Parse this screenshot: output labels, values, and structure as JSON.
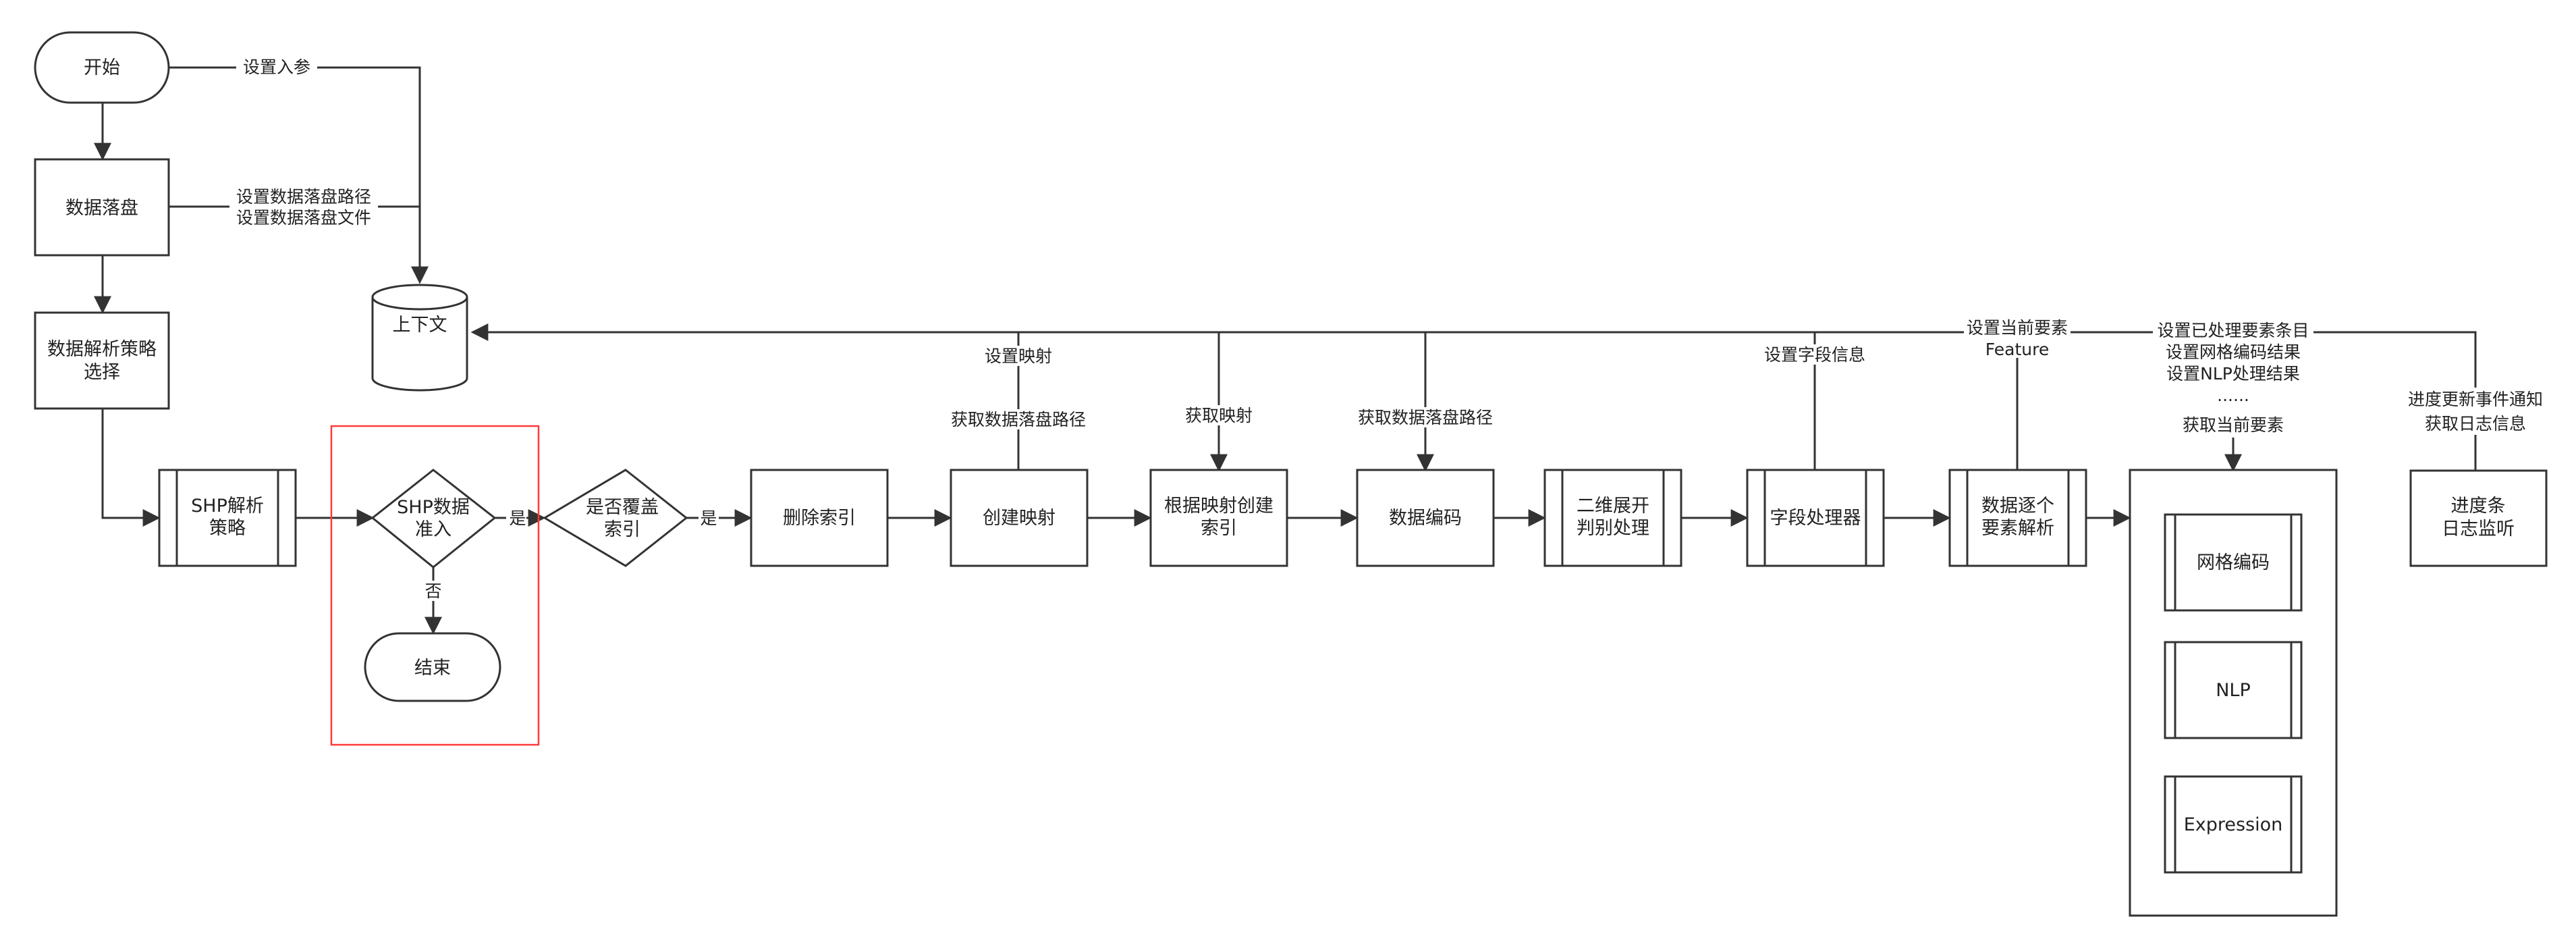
{
  "nodes": {
    "start": "开始",
    "persist": "数据落盘",
    "strategy_select": [
      "数据解析策略",
      "选择"
    ],
    "context": "上下文",
    "shp_strategy": [
      "SHP解析",
      "策略"
    ],
    "shp_access": [
      "SHP数据",
      "准入"
    ],
    "end": "结束",
    "overwrite_index": [
      "是否覆盖",
      "索引"
    ],
    "delete_index": "删除索引",
    "create_mapping": "创建映射",
    "create_index": [
      "根据映射创建",
      "索引"
    ],
    "data_encode": "数据编码",
    "expand_2d": [
      "二维展开",
      "判别处理"
    ],
    "field_processor": "字段处理器",
    "element_parse": [
      "数据逐个",
      "要素解析"
    ],
    "grid_encode": "网格编码",
    "nlp": "NLP",
    "expression": "Expression",
    "progress": [
      "进度条",
      "日志监听"
    ]
  },
  "edge_labels": {
    "set_params": "设置入参",
    "persist_path": [
      "设置数据落盘路径",
      "设置数据落盘文件"
    ],
    "yes1": "是",
    "no": "否",
    "yes2": "是",
    "set_mapping": "设置映射",
    "get_persist_path1": "获取数据落盘路径",
    "get_mapping": "获取映射",
    "get_persist_path2": "获取数据落盘路径",
    "set_field_info": "设置字段信息",
    "set_current_element": [
      "设置当前要素",
      "Feature"
    ],
    "set_processed": [
      "设置已处理要素条目",
      "设置网格编码结果",
      "设置NLP处理结果",
      "......",
      "获取当前要素"
    ],
    "progress_events": [
      "进度更新事件通知",
      "获取日志信息"
    ]
  },
  "colors": {
    "line": "#333333",
    "highlight": "#ff3b3b",
    "text": "#222222"
  }
}
